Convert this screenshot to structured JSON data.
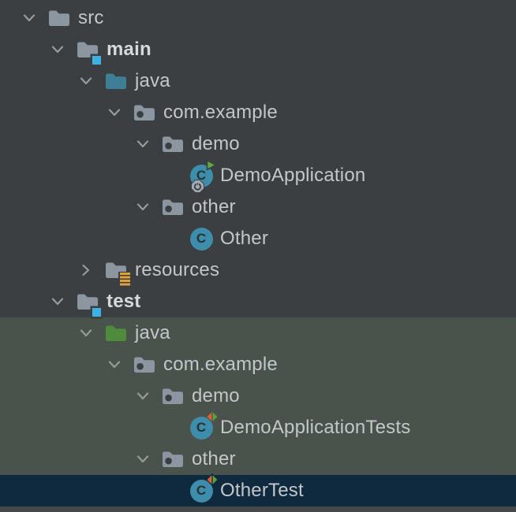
{
  "colors": {
    "bg": "#3b3f42",
    "row_green_bg": "#4a534b",
    "row_selected_bg": "#0f2a3e",
    "footer_bg": "#46484b",
    "text": "#c3c7cb",
    "text_bold": "#d6d8da",
    "chevron": "#969ba1",
    "folder": "#8b96a0",
    "java_folder": "#3e7f96",
    "test_java_folder": "#4f8b3d",
    "badge_source": "#3eb1e1",
    "badge_resources": "#dfa03d",
    "package_dot": "#3b3f42",
    "class_circle": "#3d8dab",
    "class_letter_color": "#273238",
    "run_triangle": "#60a83e",
    "power_badge": "#a2aab1",
    "power_glyph": "#363d42",
    "test_badge_orange": "#dd6137",
    "test_badge_green": "#5aa33c"
  },
  "icons": {
    "class_letter": "C"
  },
  "tree": {
    "items": [
      {
        "label": "src",
        "depth": 0,
        "icon": "folder",
        "chevron": "expanded",
        "bold": false,
        "row": "default"
      },
      {
        "label": "main",
        "depth": 1,
        "icon": "source-root-folder",
        "chevron": "expanded",
        "bold": true,
        "row": "default"
      },
      {
        "label": "java",
        "depth": 2,
        "icon": "java-folder",
        "chevron": "expanded",
        "bold": false,
        "row": "default"
      },
      {
        "label": "com.example",
        "depth": 3,
        "icon": "package-folder",
        "chevron": "expanded",
        "bold": false,
        "row": "default"
      },
      {
        "label": "demo",
        "depth": 4,
        "icon": "package-folder",
        "chevron": "expanded",
        "bold": false,
        "row": "default"
      },
      {
        "label": "DemoApplication",
        "depth": 5,
        "icon": "runnable-class",
        "chevron": "none",
        "bold": false,
        "row": "default"
      },
      {
        "label": "other",
        "depth": 4,
        "icon": "package-folder",
        "chevron": "expanded",
        "bold": false,
        "row": "default"
      },
      {
        "label": "Other",
        "depth": 5,
        "icon": "class",
        "chevron": "none",
        "bold": false,
        "row": "default"
      },
      {
        "label": "resources",
        "depth": 2,
        "icon": "resources-folder",
        "chevron": "collapsed",
        "bold": false,
        "row": "default"
      },
      {
        "label": "test",
        "depth": 1,
        "icon": "source-root-folder",
        "chevron": "expanded",
        "bold": true,
        "row": "default"
      },
      {
        "label": "java",
        "depth": 2,
        "icon": "test-java-folder",
        "chevron": "expanded",
        "bold": false,
        "row": "test-scope"
      },
      {
        "label": "com.example",
        "depth": 3,
        "icon": "package-folder",
        "chevron": "expanded",
        "bold": false,
        "row": "test-scope"
      },
      {
        "label": "demo",
        "depth": 4,
        "icon": "package-folder",
        "chevron": "expanded",
        "bold": false,
        "row": "test-scope"
      },
      {
        "label": "DemoApplicationTests",
        "depth": 5,
        "icon": "test-class",
        "chevron": "none",
        "bold": false,
        "row": "test-scope"
      },
      {
        "label": "other",
        "depth": 4,
        "icon": "package-folder",
        "chevron": "expanded",
        "bold": false,
        "row": "test-scope"
      },
      {
        "label": "OtherTest",
        "depth": 5,
        "icon": "test-class",
        "chevron": "none",
        "bold": false,
        "row": "selected"
      }
    ]
  }
}
